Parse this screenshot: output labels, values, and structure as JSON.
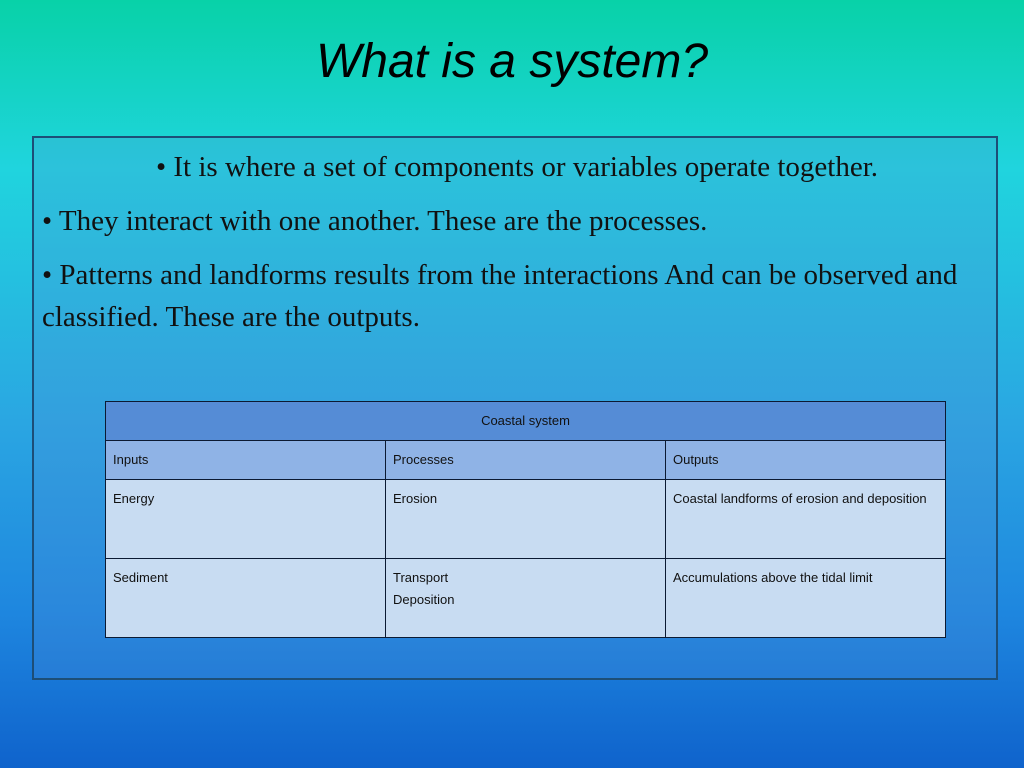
{
  "slide": {
    "title": "What is a system?"
  },
  "bullets": [
    "• It is where a set of components or variables operate together.",
    "• They interact with one another. These are the processes.",
    "• Patterns and landforms results from the interactions And can be observed and classified. These are the outputs."
  ],
  "table": {
    "title": "Coastal system",
    "headers": [
      "Inputs",
      "Processes",
      "Outputs"
    ],
    "rows": [
      {
        "inputs": "Energy",
        "processes": [
          "Erosion"
        ],
        "outputs": "Coastal landforms of erosion and deposition"
      },
      {
        "inputs": "Sediment",
        "processes": [
          "Transport",
          "Deposition"
        ],
        "outputs": "Accumulations above the tidal limit"
      }
    ]
  }
}
